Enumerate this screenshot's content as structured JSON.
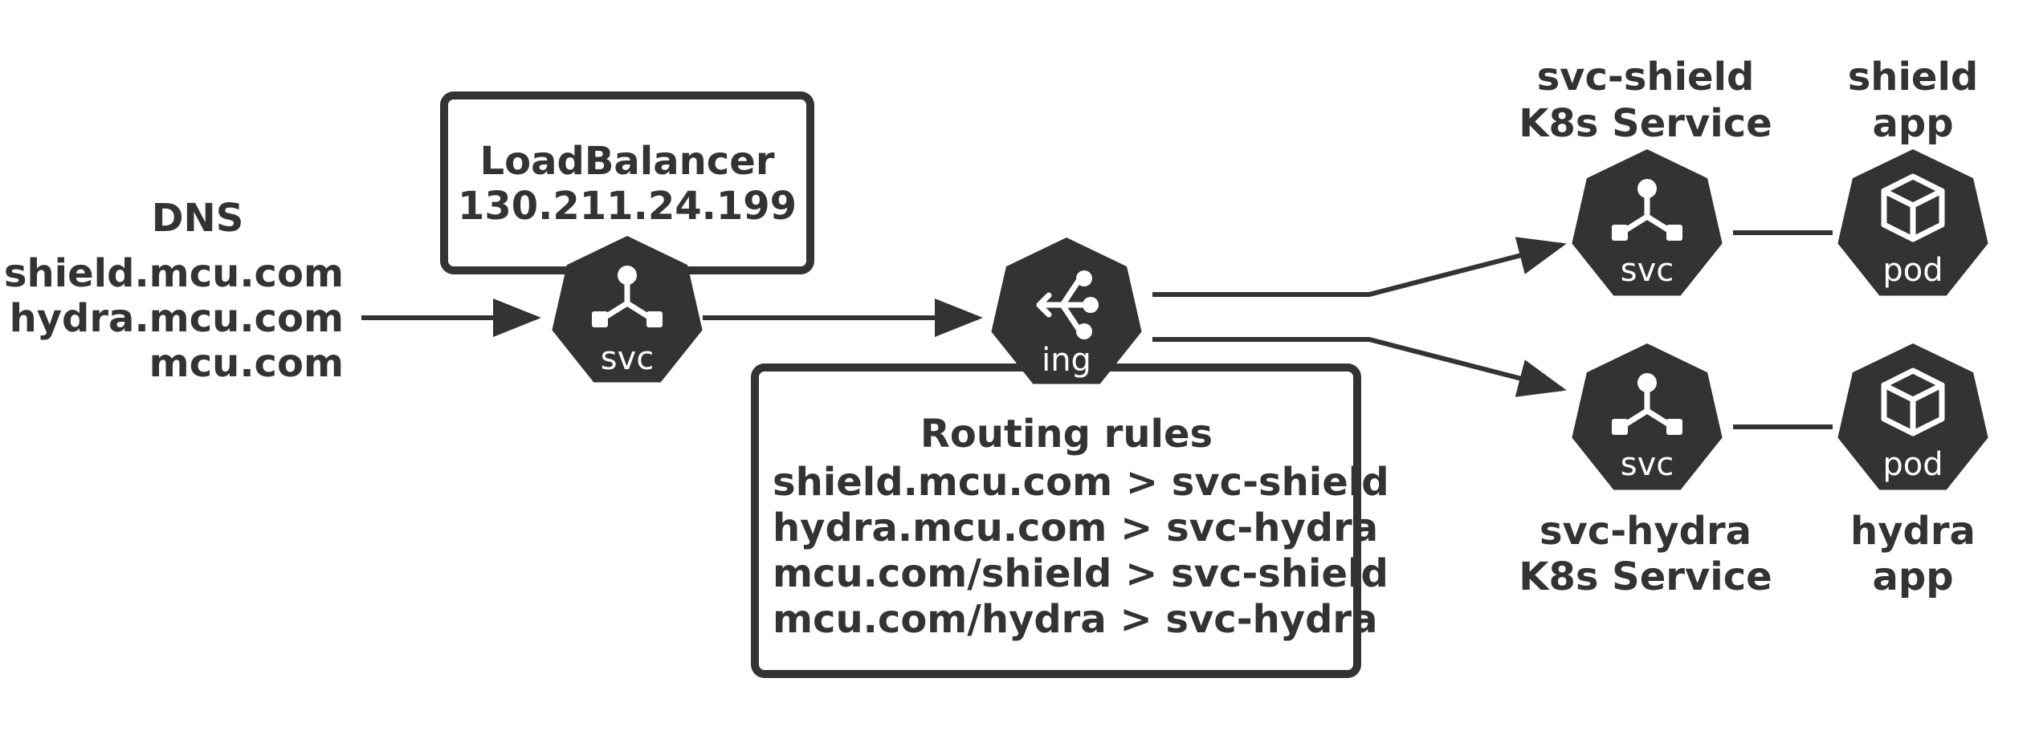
{
  "dns": {
    "title": "DNS",
    "hosts": [
      "shield.mcu.com",
      "hydra.mcu.com",
      "mcu.com"
    ]
  },
  "load_balancer": {
    "title": "LoadBalancer",
    "ip": "130.211.24.199",
    "node_label": "svc"
  },
  "ingress": {
    "node_label": "ing",
    "rules_title": "Routing rules",
    "rules": [
      "shield.mcu.com > svc-shield",
      "hydra.mcu.com > svc-hydra",
      "mcu.com/shield > svc-shield",
      "mcu.com/hydra > svc-hydra"
    ]
  },
  "services": [
    {
      "name": "svc-shield",
      "kind": "K8s Service",
      "node_label": "svc",
      "pod_label": "pod",
      "app_name": "shield",
      "app_suffix": "app"
    },
    {
      "name": "svc-hydra",
      "kind": "K8s Service",
      "node_label": "svc",
      "pod_label": "pod",
      "app_name": "hydra",
      "app_suffix": "app"
    }
  ],
  "colors": {
    "ink": "#333333",
    "background": "#ffffff",
    "icon": "#ffffff"
  },
  "icons": {
    "svc": "service-split-icon",
    "ing": "ingress-fanout-icon",
    "pod": "cube-icon"
  }
}
